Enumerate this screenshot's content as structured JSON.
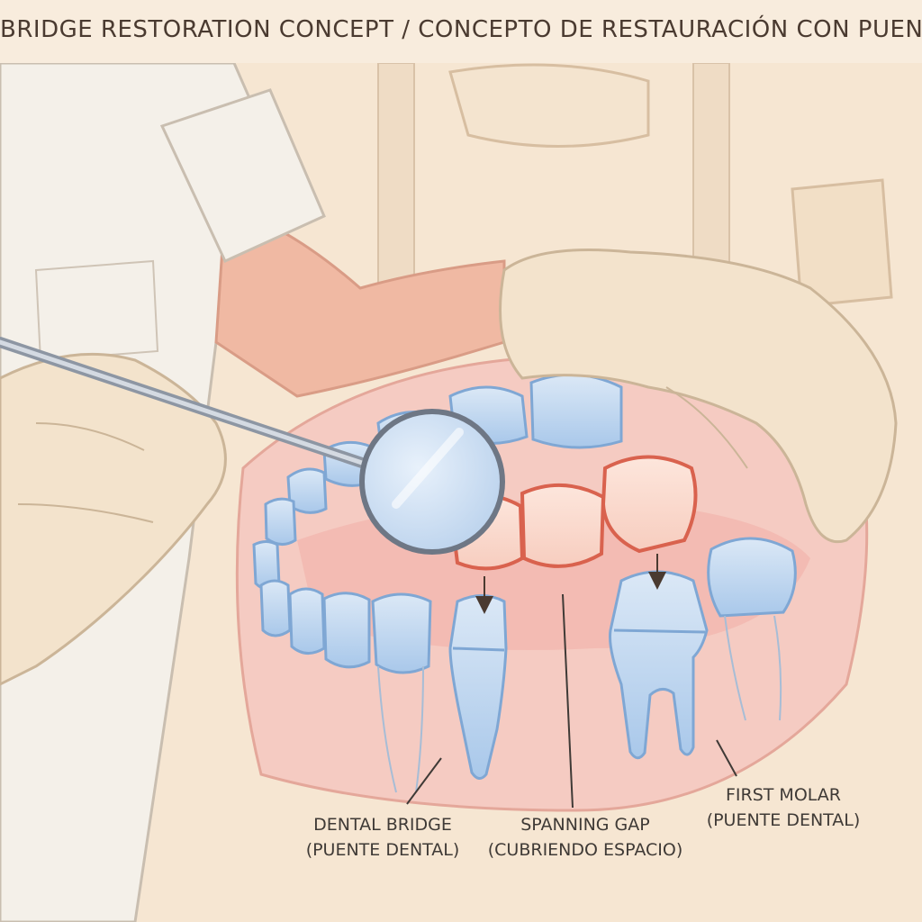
{
  "title": "BRIDGE RESTORATION CONCEPT / CONCEPTO DE RESTAURACIÓN CON PUENTE",
  "labels": {
    "dental_bridge": {
      "line1": "DENTAL BRIDGE",
      "line2": "(PUENTE DENTAL)"
    },
    "spanning_gap": {
      "line1": "SPANNING GAP",
      "line2": "(CUBRIENDO ESPACIO)"
    },
    "first_molar": {
      "line1": "FIRST MOLAR",
      "line2": "(PUENTE DENTAL)"
    }
  },
  "colors": {
    "background": "#f8ecdd",
    "tooth_blue": "#a9c8ea",
    "bridge_red": "#e07a6a",
    "gum_pink": "#f2b9b0",
    "glove": "#f3e3cc",
    "skin": "#f0b9a3"
  }
}
